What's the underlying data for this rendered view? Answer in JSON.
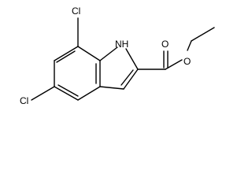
{
  "molecule": {
    "atoms": {
      "cl_top": "Cl",
      "nh": "NH",
      "cl_bottom": "Cl",
      "o_carbonyl": "O",
      "o_ester": "O"
    },
    "colors": {
      "ink": "#000000",
      "background": "#ffffff"
    }
  }
}
